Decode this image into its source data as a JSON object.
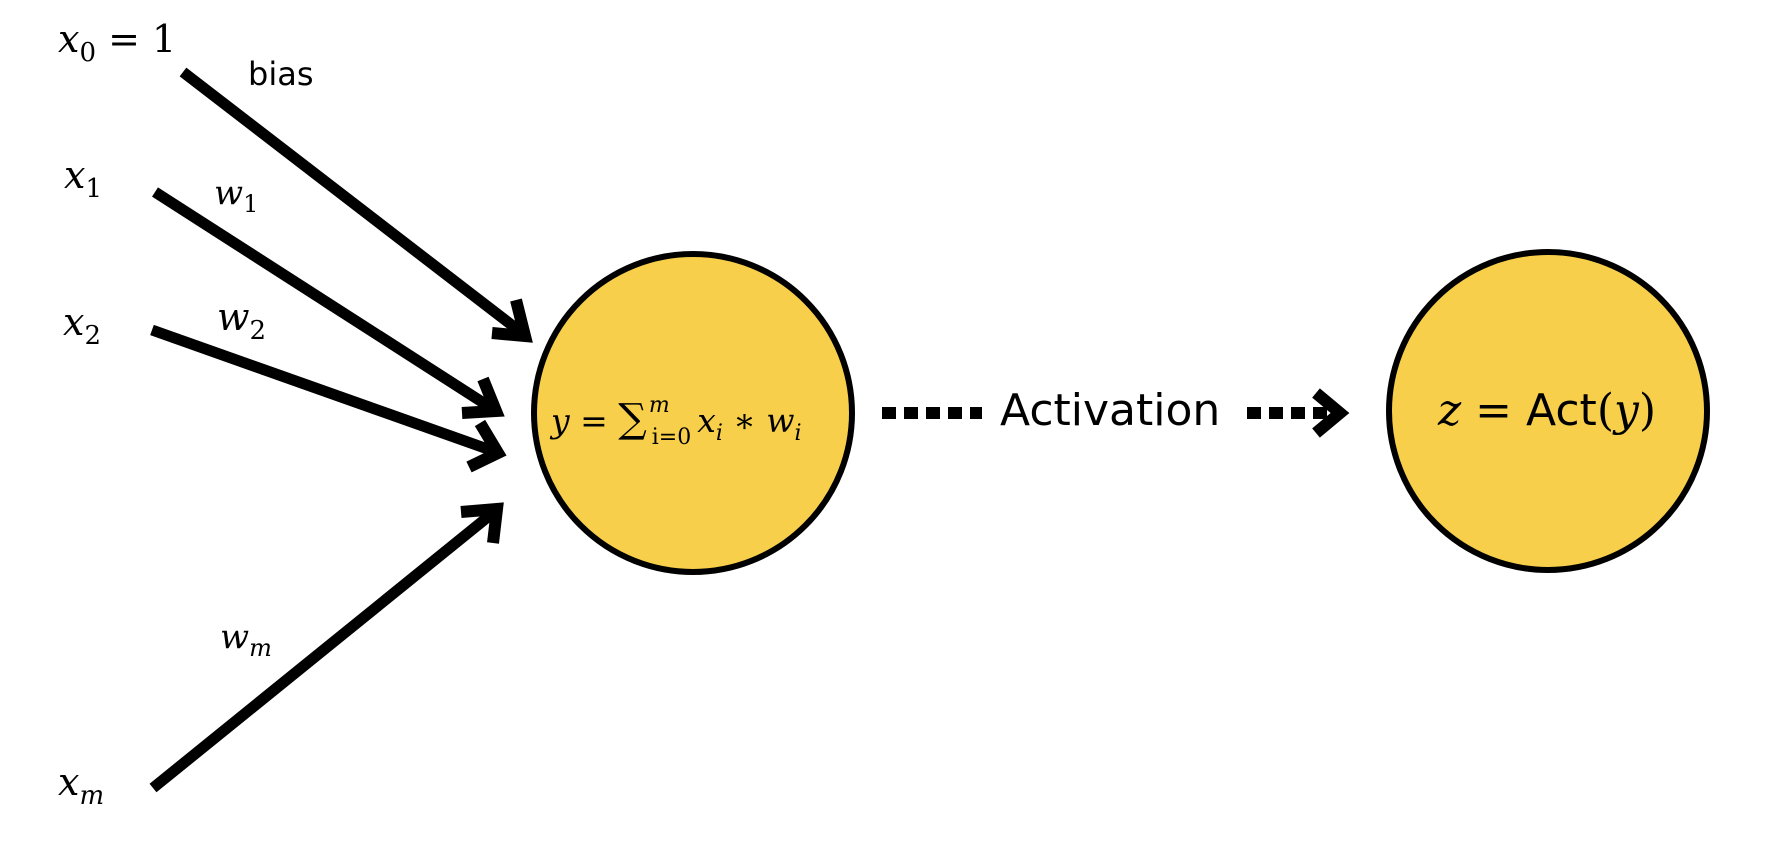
{
  "colors": {
    "node_fill": "#F7CF4A",
    "stroke": "#000000",
    "background": "#FFFFFF"
  },
  "inputs": {
    "x0": {
      "base": "x",
      "sub": "0",
      "suffix": " = 1"
    },
    "x1": {
      "base": "x",
      "sub": "1"
    },
    "x2": {
      "base": "x",
      "sub": "2"
    },
    "xm": {
      "base": "x",
      "sub": "m"
    }
  },
  "weights": {
    "bias": "bias",
    "w1": {
      "base": "w",
      "sub": "1"
    },
    "w2": {
      "base": "w",
      "sub": "2"
    },
    "wm": {
      "base": "w",
      "sub": "m"
    }
  },
  "sum_node": {
    "lhs": "y = ",
    "sigma": "∑",
    "upper": "m",
    "lower": "i=0",
    "term1_base": "x",
    "term1_sub": "i",
    "operator": " ∗ ",
    "term2_base": "w",
    "term2_sub": "i"
  },
  "activation": {
    "label": "Activation"
  },
  "output_node": {
    "lhs": "z = ",
    "func": "Act",
    "open": "(",
    "arg": "y",
    "close": ")"
  }
}
